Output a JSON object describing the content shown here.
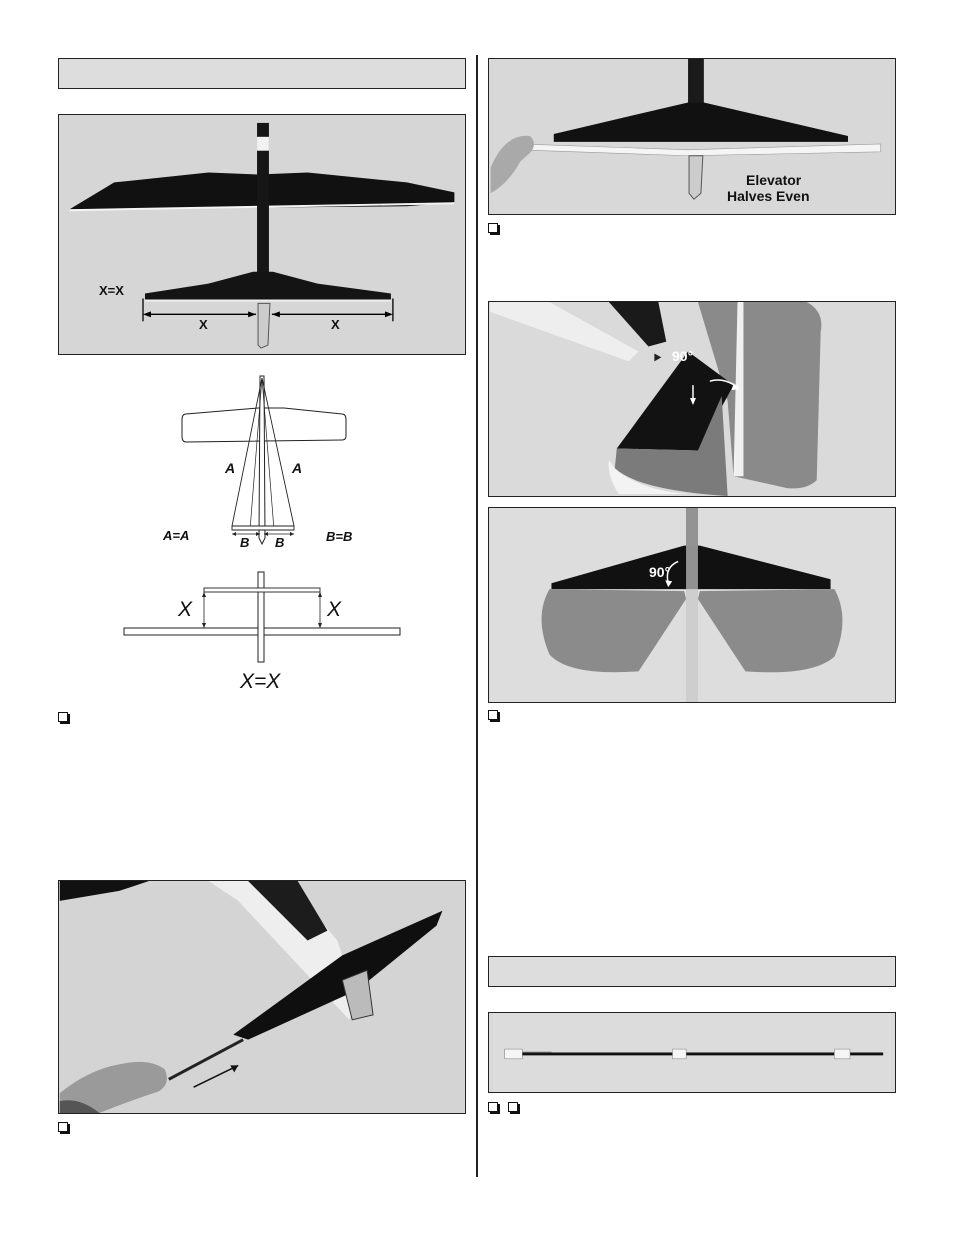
{
  "figures": {
    "fig1": {
      "label_xx": "X=X",
      "label_x_left": "X",
      "label_x_right": "X"
    },
    "diagram_top": {
      "label_a_left": "A",
      "label_a_right": "A",
      "label_aa": "A=A",
      "label_b_left": "B",
      "label_b_right": "B",
      "label_bb": "B=B"
    },
    "diagram_bottom": {
      "label_x_left": "X",
      "label_x_right": "X",
      "label_xx": "X=X"
    },
    "fig_elevator": {
      "caption_line1": "Elevator",
      "caption_line2": "Halves Even"
    },
    "fig_fin_side": {
      "angle": "90°"
    },
    "fig_fin_rear": {
      "angle": "90°"
    }
  }
}
